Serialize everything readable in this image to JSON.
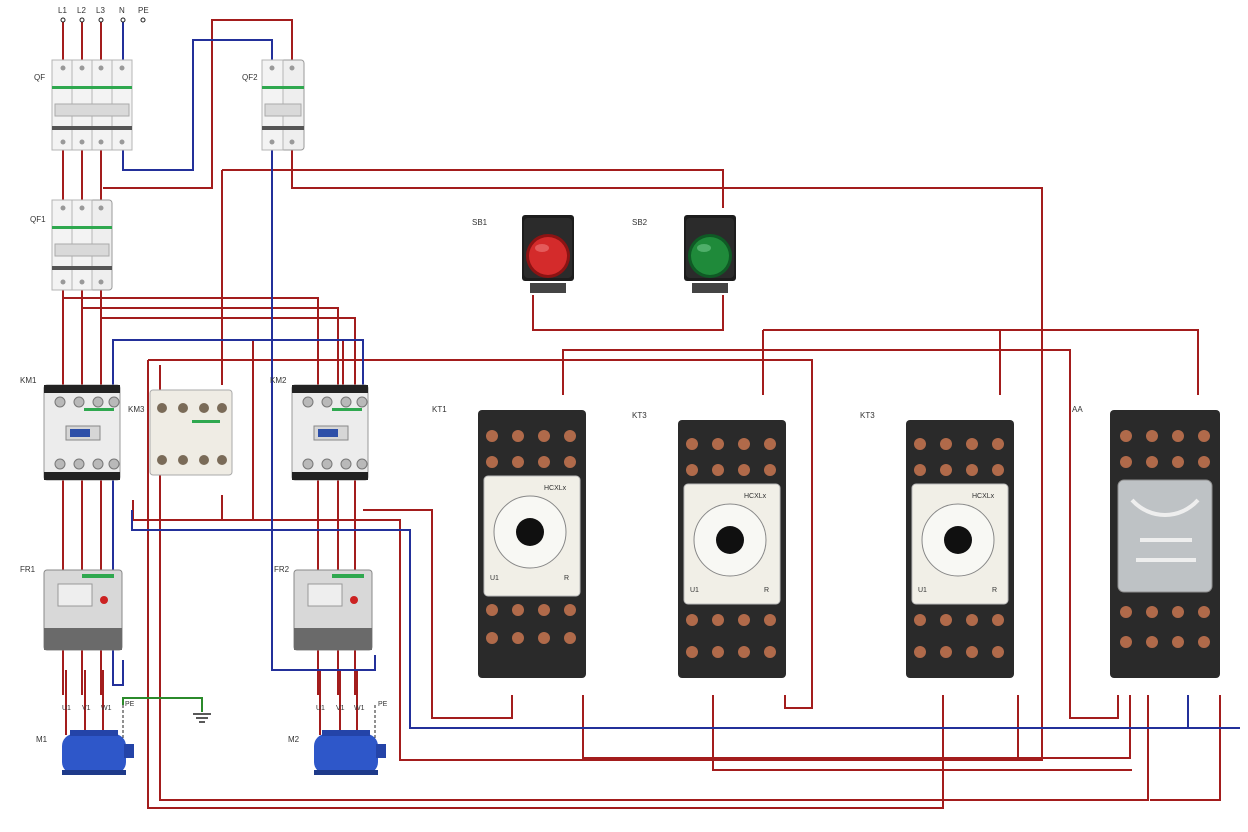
{
  "supply": {
    "terminals": [
      "L1",
      "L2",
      "L3",
      "N",
      "PE"
    ]
  },
  "breakers": {
    "main": "QF",
    "aux": "QF2",
    "motor": "QF1"
  },
  "buttons": {
    "sb1": "SB1",
    "sb2": "SB2"
  },
  "contactors": {
    "km1": "KM1",
    "km3": "KM3",
    "km2": "KM2"
  },
  "overloads": {
    "fr1": "FR1",
    "fr2": "FR2"
  },
  "motors": {
    "m1": "M1",
    "m2": "M2",
    "m1_terminals": [
      "U1",
      "V1",
      "W1",
      "PE"
    ],
    "m2_terminals": [
      "U1",
      "V1",
      "W1",
      "PE"
    ]
  },
  "timers": {
    "kt1": "KT1",
    "kt2": "KT3",
    "kt3": "KT3",
    "model": "HCXLx",
    "dial_left": "U1",
    "dial_right": "R"
  },
  "relay": {
    "label": "AA"
  },
  "colors": {
    "phase_wire": "#a31d1d",
    "neutral_wire": "#23309a",
    "earth_wire": "#2b8a2b",
    "stop_button": "#d42b2b",
    "start_button": "#1f8a3a",
    "motor_body": "#2e57c9"
  }
}
